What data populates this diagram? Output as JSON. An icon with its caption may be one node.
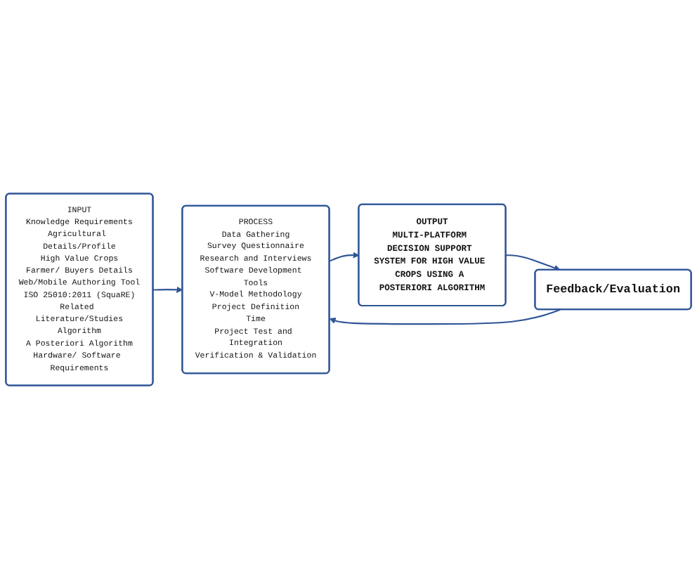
{
  "diagram": {
    "nodes": [
      {
        "text": [
          "INPUT",
          "Knowledge Requirements",
          "Agricultural Details/Profile",
          "High Value Crops",
          "Farmer/ Buyers Details",
          "Web/Mobile Authoring Tool",
          "ISO 25010:2011 (SquaRE)",
          "Related Literature/Studies",
          "Algorithm",
          "A Posteriori Algorithm",
          "Hardware/ Software Requirements"
        ]
      },
      {
        "text": [
          "PROCESS",
          "Data Gathering",
          "Survey Questionnaire",
          "Research and Interviews",
          "Software Development Tools",
          "V-Model Methodology",
          "Project Definition",
          "Time",
          "Project Test and Integration",
          "Verification & Validation"
        ]
      },
      {
        "text": [
          "OUTPUT",
          "MULTI-PLATFORM DECISION SUPPORT SYSTEM FOR HIGH VALUE CROPS USING A POSTERIORI ALGORITHM"
        ]
      },
      {
        "text": [
          "Feedback/Evaluation"
        ]
      }
    ],
    "edges": [
      {
        "from": 0,
        "to": 1,
        "arrow": "to"
      },
      {
        "from": 1,
        "to": 2,
        "arrow": "to"
      },
      {
        "from": 2,
        "to": 3,
        "arrow": "to"
      },
      {
        "from": 3,
        "to": 1,
        "arrow": "to"
      }
    ]
  }
}
